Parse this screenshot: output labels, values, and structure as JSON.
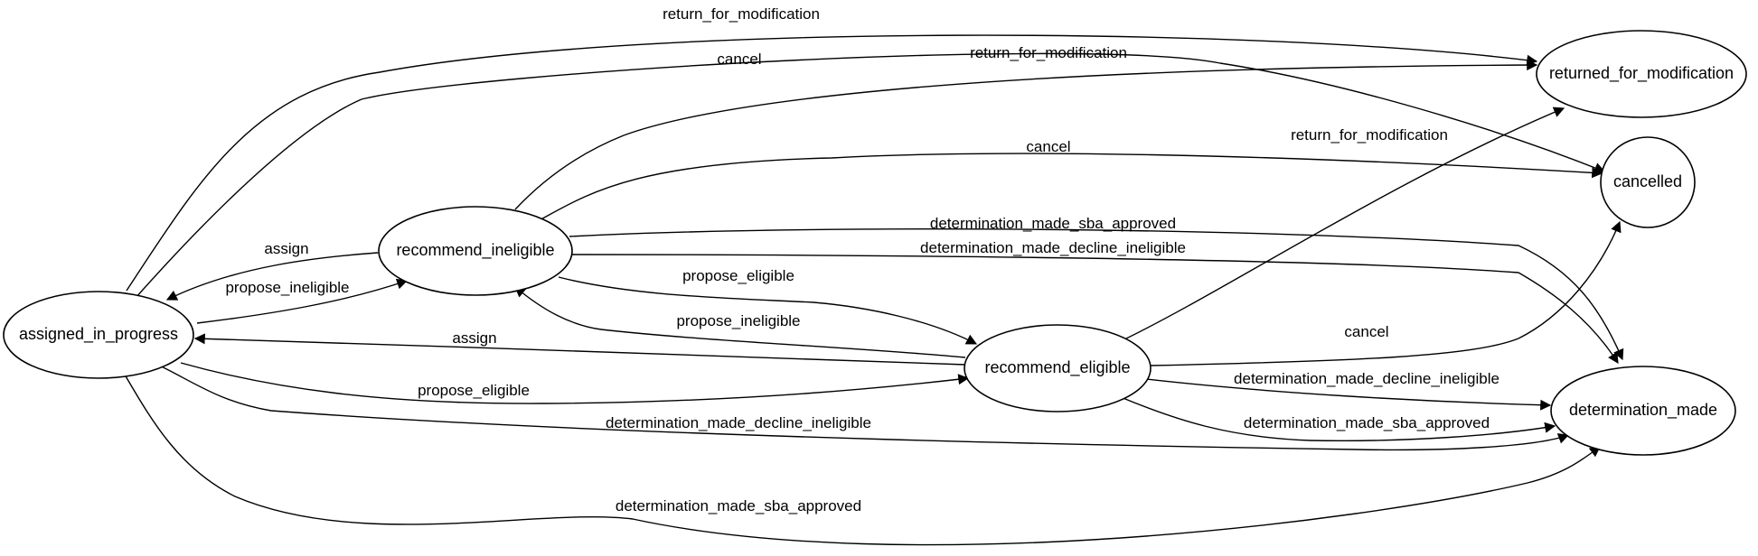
{
  "diagram": {
    "nodes": {
      "assigned_in_progress": "assigned_in_progress",
      "recommend_ineligible": "recommend_ineligible",
      "recommend_eligible": "recommend_eligible",
      "returned_for_modification": "returned_for_modification",
      "cancelled": "cancelled",
      "determination_made": "determination_made"
    },
    "edges": {
      "aip_to_rfm": "return_for_modification",
      "aip_to_cancelled": "cancel",
      "ri_to_rfm": "return_for_modification",
      "ri_to_cancelled": "cancel",
      "re_to_rfm": "return_for_modification",
      "ri_to_aip": "assign",
      "aip_to_ri": "propose_ineligible",
      "ri_to_dm_approved": "determination_made_sba_approved",
      "ri_to_dm_decline": "determination_made_decline_ineligible",
      "ri_to_re": "propose_eligible",
      "re_to_ri": "propose_ineligible",
      "re_to_aip": "assign",
      "re_to_cancelled": "cancel",
      "aip_to_re": "propose_eligible",
      "re_to_dm_decline": "determination_made_decline_ineligible",
      "re_to_dm_approved": "determination_made_sba_approved",
      "aip_to_dm_decline": "determination_made_decline_ineligible",
      "aip_to_dm_approved": "determination_made_sba_approved"
    }
  }
}
